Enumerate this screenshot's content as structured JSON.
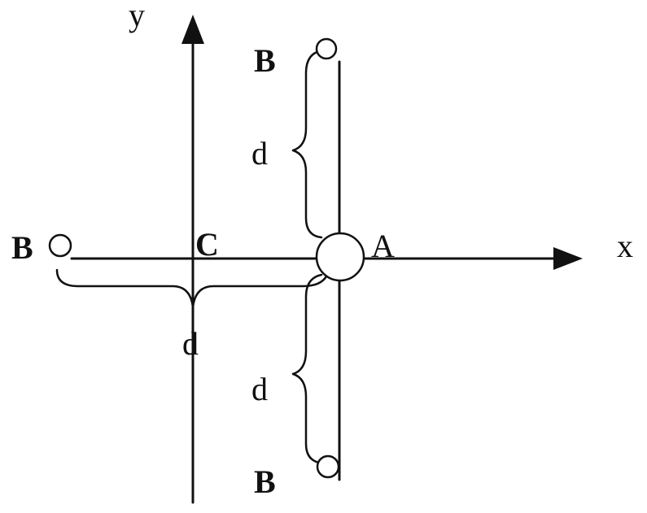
{
  "diagram": {
    "axes": {
      "x_label": "x",
      "y_label": "y"
    },
    "charges": {
      "A": "A",
      "C": "C",
      "B_top": "B",
      "B_bottom": "B",
      "B_left": "B"
    },
    "distances": {
      "d_top": "d",
      "d_bottom": "d",
      "d_left": "d"
    },
    "colors": {
      "ink": "#111111",
      "background": "#ffffff"
    }
  }
}
